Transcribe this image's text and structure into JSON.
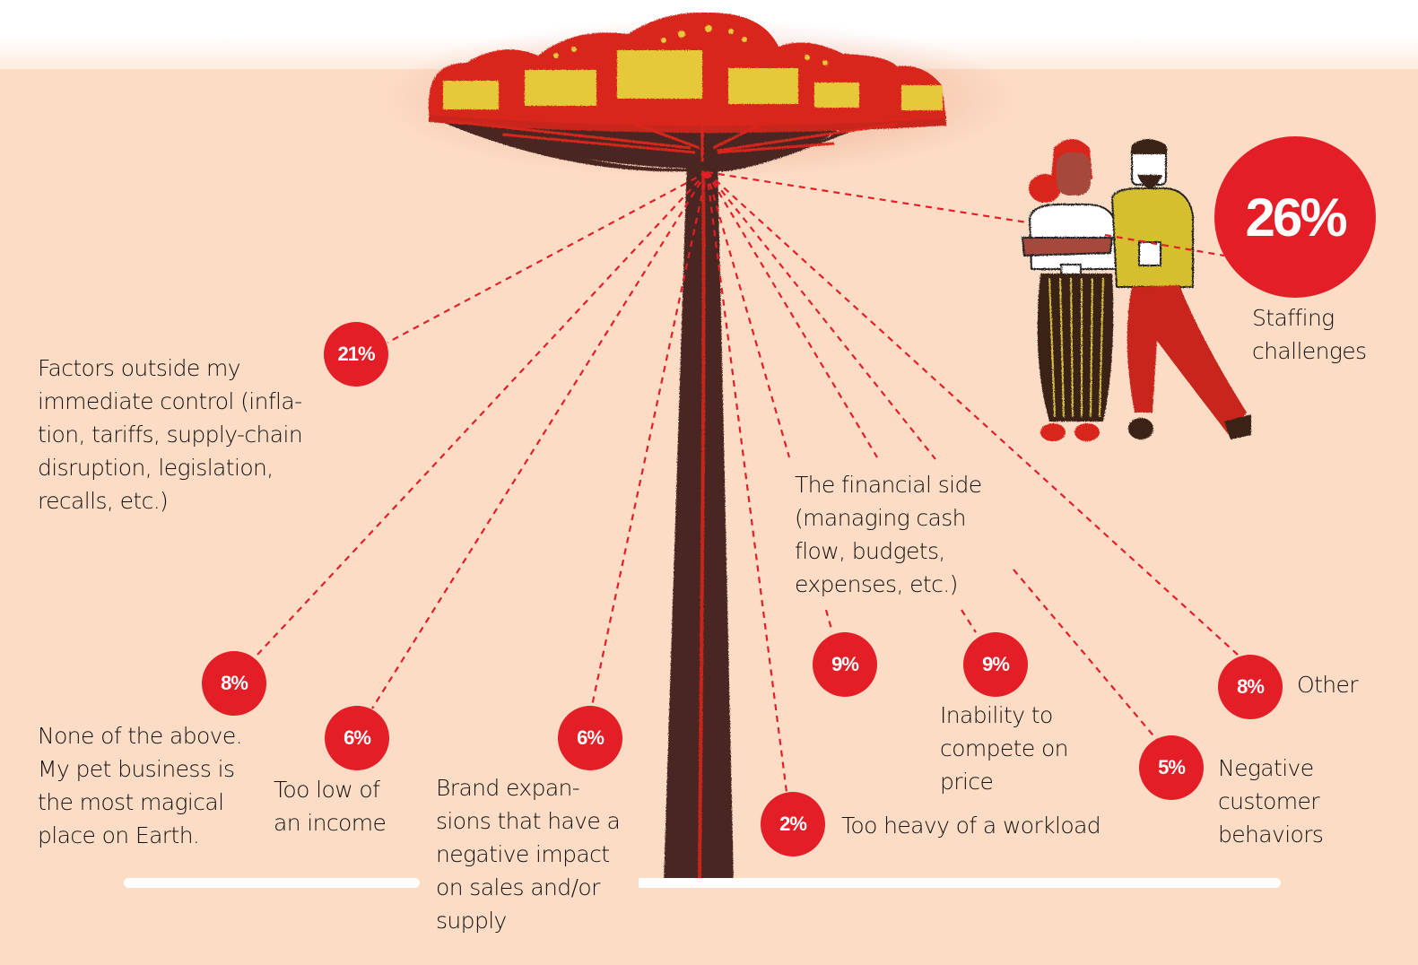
{
  "colors": {
    "background": "#fddcc5",
    "accent": "#e31e27",
    "pole": "#4a2820",
    "canopy_red": "#d8261c",
    "canopy_yellow": "#e6c93a",
    "text": "#111111"
  },
  "chart_data": {
    "type": "pie",
    "title": "",
    "unit": "%",
    "categories": [
      "Staffing challenges",
      "Factors outside my immediate control (inflation, tariffs, supply-chain disruption, legislation, recalls, etc.)",
      "The financial side (managing cash flow, budgets, expenses, etc.)",
      "Inability to compete on price",
      "None of the above. My pet business is the most magical place on Earth.",
      "Other",
      "Too low of an income",
      "Brand expansions that have a negative impact on sales and/or supply",
      "Negative customer behaviors",
      "Too heavy of a workload"
    ],
    "values": [
      26,
      21,
      9,
      9,
      8,
      8,
      6,
      6,
      5,
      2
    ],
    "items": [
      {
        "id": "staffing",
        "value": 26,
        "badge": "26%",
        "label": "Staffing\nchallenges"
      },
      {
        "id": "factors",
        "value": 21,
        "badge": "21%",
        "label": "Factors outside my\nimmediate control (infla-\ntion, tariffs, supply-chain\ndisruption, legislation,\nrecalls, etc.)"
      },
      {
        "id": "financial",
        "value": 9,
        "badge": "9%",
        "label": "The financial side\n(managing cash\nflow, budgets,\nexpenses, etc.)"
      },
      {
        "id": "price",
        "value": 9,
        "badge": "9%",
        "label": "Inability to\ncompete on\nprice"
      },
      {
        "id": "none",
        "value": 8,
        "badge": "8%",
        "label": "None of the above.\nMy pet business is\nthe most magical\nplace on Earth."
      },
      {
        "id": "other",
        "value": 8,
        "badge": "8%",
        "label": "Other"
      },
      {
        "id": "income",
        "value": 6,
        "badge": "6%",
        "label": "Too low of\nan income"
      },
      {
        "id": "brand",
        "value": 6,
        "badge": "6%",
        "label": "Brand expan-\nsions that have a\nnegative impact\non sales and/or\nsupply"
      },
      {
        "id": "customer",
        "value": 5,
        "badge": "5%",
        "label": "Negative\ncustomer\nbehaviors"
      },
      {
        "id": "workload",
        "value": 2,
        "badge": "2%",
        "label": "Too heavy of a workload"
      }
    ]
  }
}
